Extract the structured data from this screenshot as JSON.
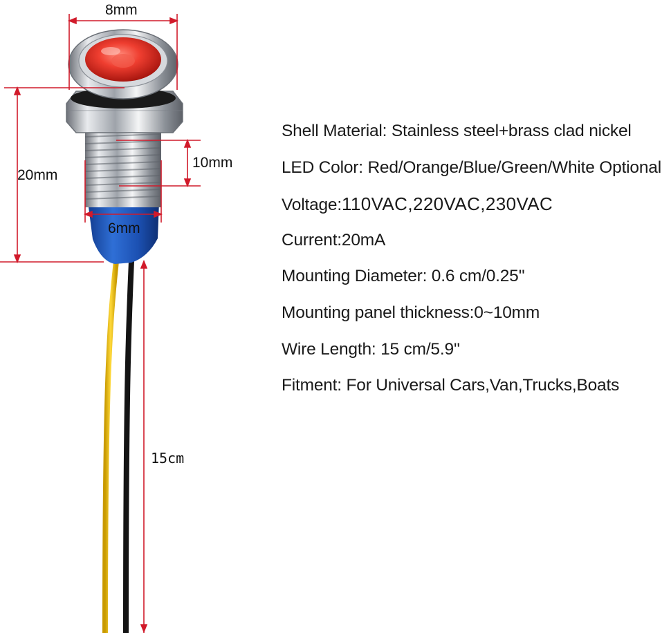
{
  "dimensions": {
    "head_diameter": "8mm",
    "total_height": "20mm",
    "thread_length": "10mm",
    "thread_diameter": "6mm",
    "wire_length": "15cm"
  },
  "specs": [
    {
      "label": "Shell Material: ",
      "value": "Stainless steel+brass clad nickel"
    },
    {
      "label": "LED Color: ",
      "value": "Red/Orange/Blue/Green/White Optional"
    },
    {
      "label": "Voltage:",
      "value": "110VAC,220VAC,230VAC"
    },
    {
      "label": "Current:",
      "value": "20mA"
    },
    {
      "label": "Mounting Diameter: ",
      "value": "0.6 cm/0.25''"
    },
    {
      "label": "Mounting panel thickness:",
      "value": "0~10mm"
    },
    {
      "label": "Wire Length: ",
      "value": "15 cm/5.9''"
    },
    {
      "label": "Fitment: ",
      "value": "For Universal Cars,Van,Trucks,Boats"
    }
  ],
  "colors": {
    "dimension_line": "#d11a2a",
    "led_lens": "#e8352b",
    "steel": "#b8bcc2",
    "insulator": "#1f54b8",
    "wire_yellow": "#f2c40f",
    "wire_black": "#111111"
  }
}
